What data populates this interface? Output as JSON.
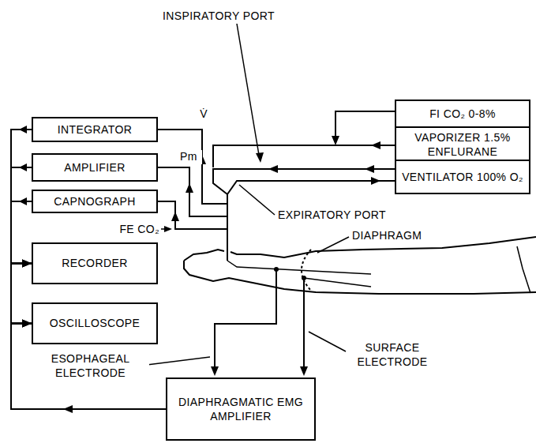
{
  "diagram": {
    "nodes": [
      {
        "text": [
          "INTEGRATOR"
        ]
      },
      {
        "text": [
          "AMPLIFIER"
        ]
      },
      {
        "text": [
          "CAPNOGRAPH"
        ]
      },
      {
        "text": [
          "RECORDER"
        ]
      },
      {
        "text": [
          "OSCILLOSCOPE"
        ]
      },
      {
        "text": [
          "FI CO₂ 0-8%"
        ]
      },
      {
        "text": [
          "VAPORIZER 1.5% ENFLURANE"
        ]
      },
      {
        "text": [
          "VENTILATOR 100% O₂"
        ]
      },
      {
        "text": [
          "DIAPHRAGMATIC EMG AMPLIFIER"
        ]
      }
    ],
    "edges": [
      {
        "from": 0,
        "to": 3,
        "arrow": "to"
      },
      {
        "from": 0,
        "to": 4,
        "arrow": "to"
      },
      {
        "from": 1,
        "to": 3,
        "arrow": "to"
      },
      {
        "from": 1,
        "to": 4,
        "arrow": "to"
      },
      {
        "from": 2,
        "to": 3,
        "arrow": "to"
      },
      {
        "from": 2,
        "to": 4,
        "arrow": "to"
      },
      {
        "from": 8,
        "to": 3,
        "arrow": "to"
      },
      {
        "from": 8,
        "to": 4,
        "arrow": "to"
      }
    ],
    "labels": [
      "INSPIRATORY PORT",
      "V̇",
      "Pm",
      "FE CO₂",
      "EXPIRATORY PORT",
      "DIAPHRAGM",
      "ESOPHAGEAL ELECTRODE",
      "SURFACE ELECTRODE"
    ]
  }
}
